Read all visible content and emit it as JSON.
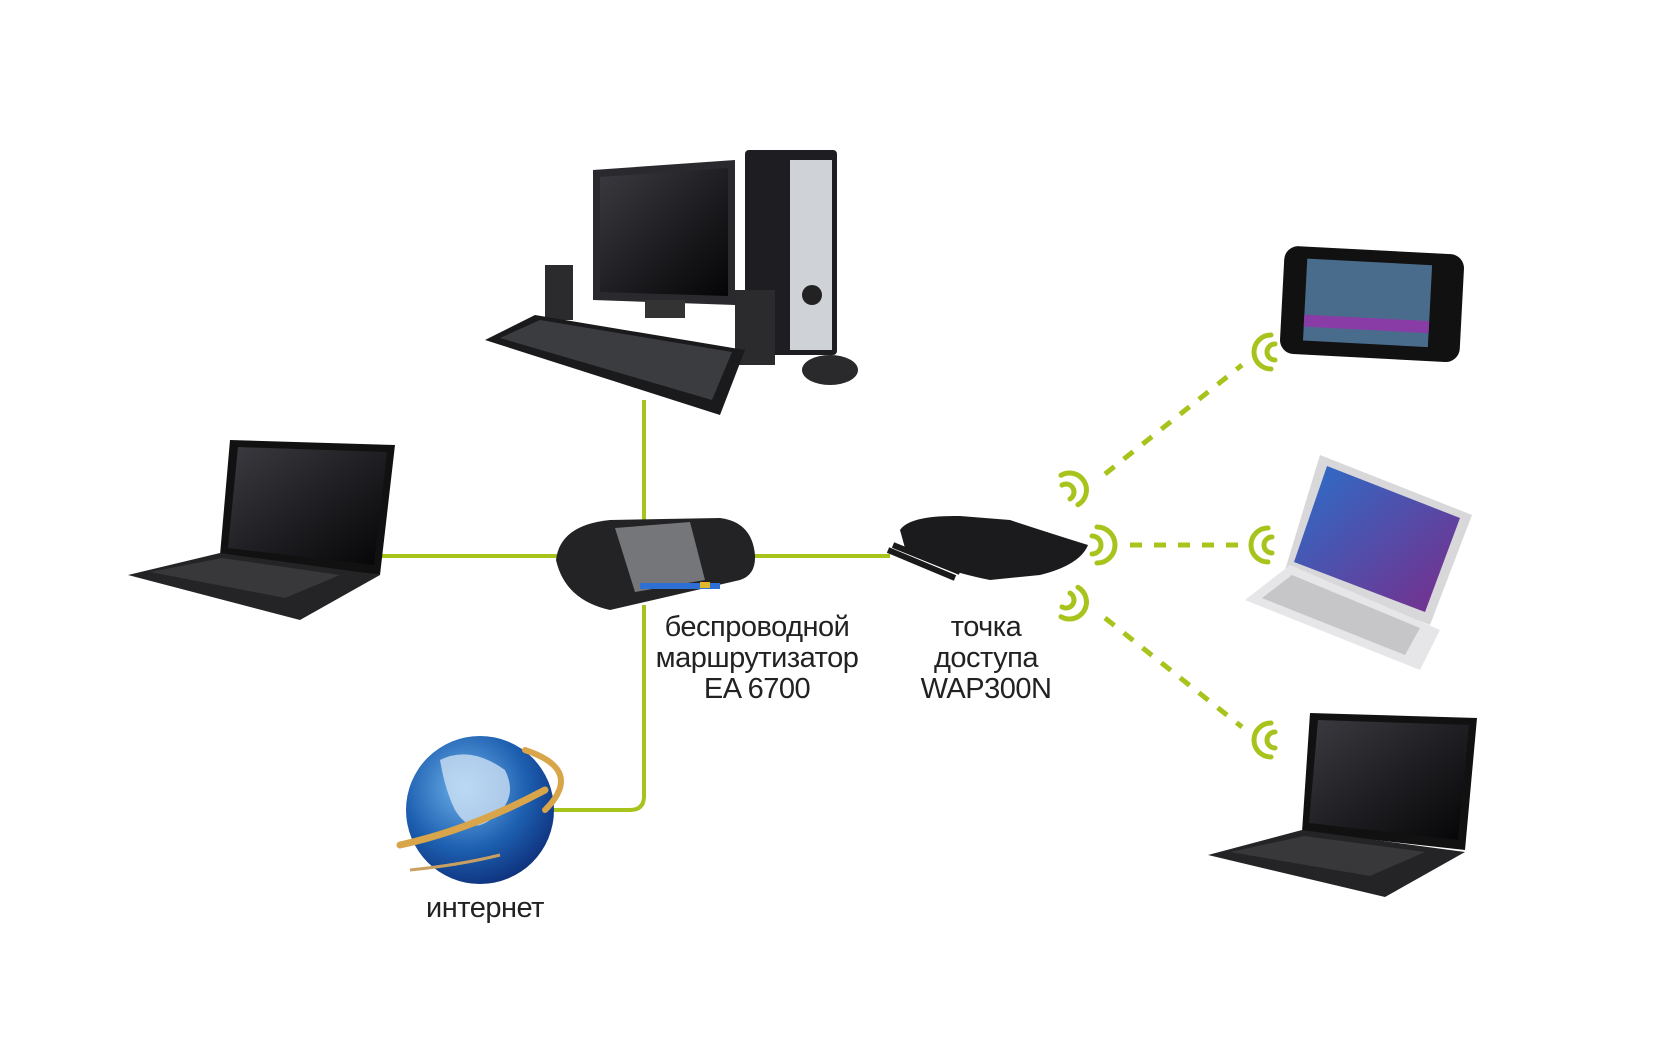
{
  "colors": {
    "link": "#a6c41c",
    "device_dark": "#1c1c1e",
    "globe_blue": "#1d5fb0",
    "orbit_gold": "#d9a54a"
  },
  "nodes": {
    "router": {
      "lines": [
        "беспроводной",
        "маршрутизатор",
        "EA 6700"
      ],
      "icon": "router-icon"
    },
    "access_point": {
      "lines": [
        "точка",
        "доступа",
        "WAP300N"
      ],
      "icon": "access-point-icon"
    },
    "internet": {
      "label": "интернет",
      "icon": "globe-icon"
    },
    "desktop": {
      "icon": "desktop-pc-icon"
    },
    "laptop_wired": {
      "icon": "laptop-icon"
    },
    "smartphone": {
      "icon": "smartphone-icon"
    },
    "tablet": {
      "icon": "tablet-icon"
    },
    "laptop_wireless": {
      "icon": "laptop-icon"
    }
  },
  "links": [
    {
      "from": "desktop",
      "to": "router",
      "type": "wired"
    },
    {
      "from": "laptop_wired",
      "to": "router",
      "type": "wired"
    },
    {
      "from": "router",
      "to": "access_point",
      "type": "wired"
    },
    {
      "from": "router",
      "to": "internet",
      "type": "wired"
    },
    {
      "from": "access_point",
      "to": "smartphone",
      "type": "wireless"
    },
    {
      "from": "access_point",
      "to": "tablet",
      "type": "wireless"
    },
    {
      "from": "access_point",
      "to": "laptop_wireless",
      "type": "wireless"
    }
  ]
}
